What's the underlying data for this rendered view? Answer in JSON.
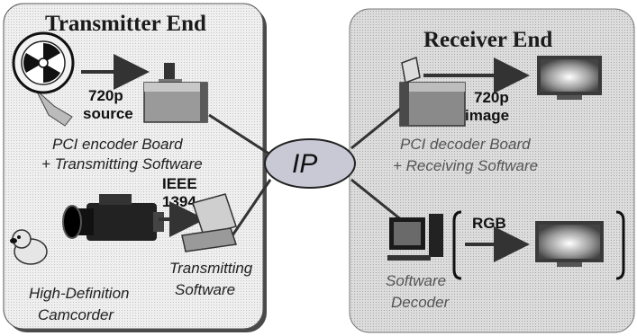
{
  "transmitter": {
    "title": "Transmitter End",
    "source_line1": "720p",
    "source_line2": "source",
    "encoder_line1": "PCI encoder Board",
    "encoder_line2": "+ Transmitting Software",
    "ieee_line1": "IEEE",
    "ieee_line2": "1394",
    "tx_sw_line1": "Transmitting",
    "tx_sw_line2": "Software",
    "camcorder_line1": "High-Definition",
    "camcorder_line2": "Camcorder"
  },
  "network": {
    "label": "IP"
  },
  "receiver": {
    "title": "Receiver End",
    "image_line1": "720p",
    "image_line2": "image",
    "decoder_line1": "PCI decoder Board",
    "decoder_line2": "+ Receiving Software",
    "rgb_label": "RGB",
    "sw_decoder_line1": "Software",
    "sw_decoder_line2": "Decoder"
  },
  "colors": {
    "panel_left": "#ebebeb",
    "panel_right": "#d9d9d9",
    "ip_fill": "#c9c9d6",
    "arrow": "#333333"
  }
}
